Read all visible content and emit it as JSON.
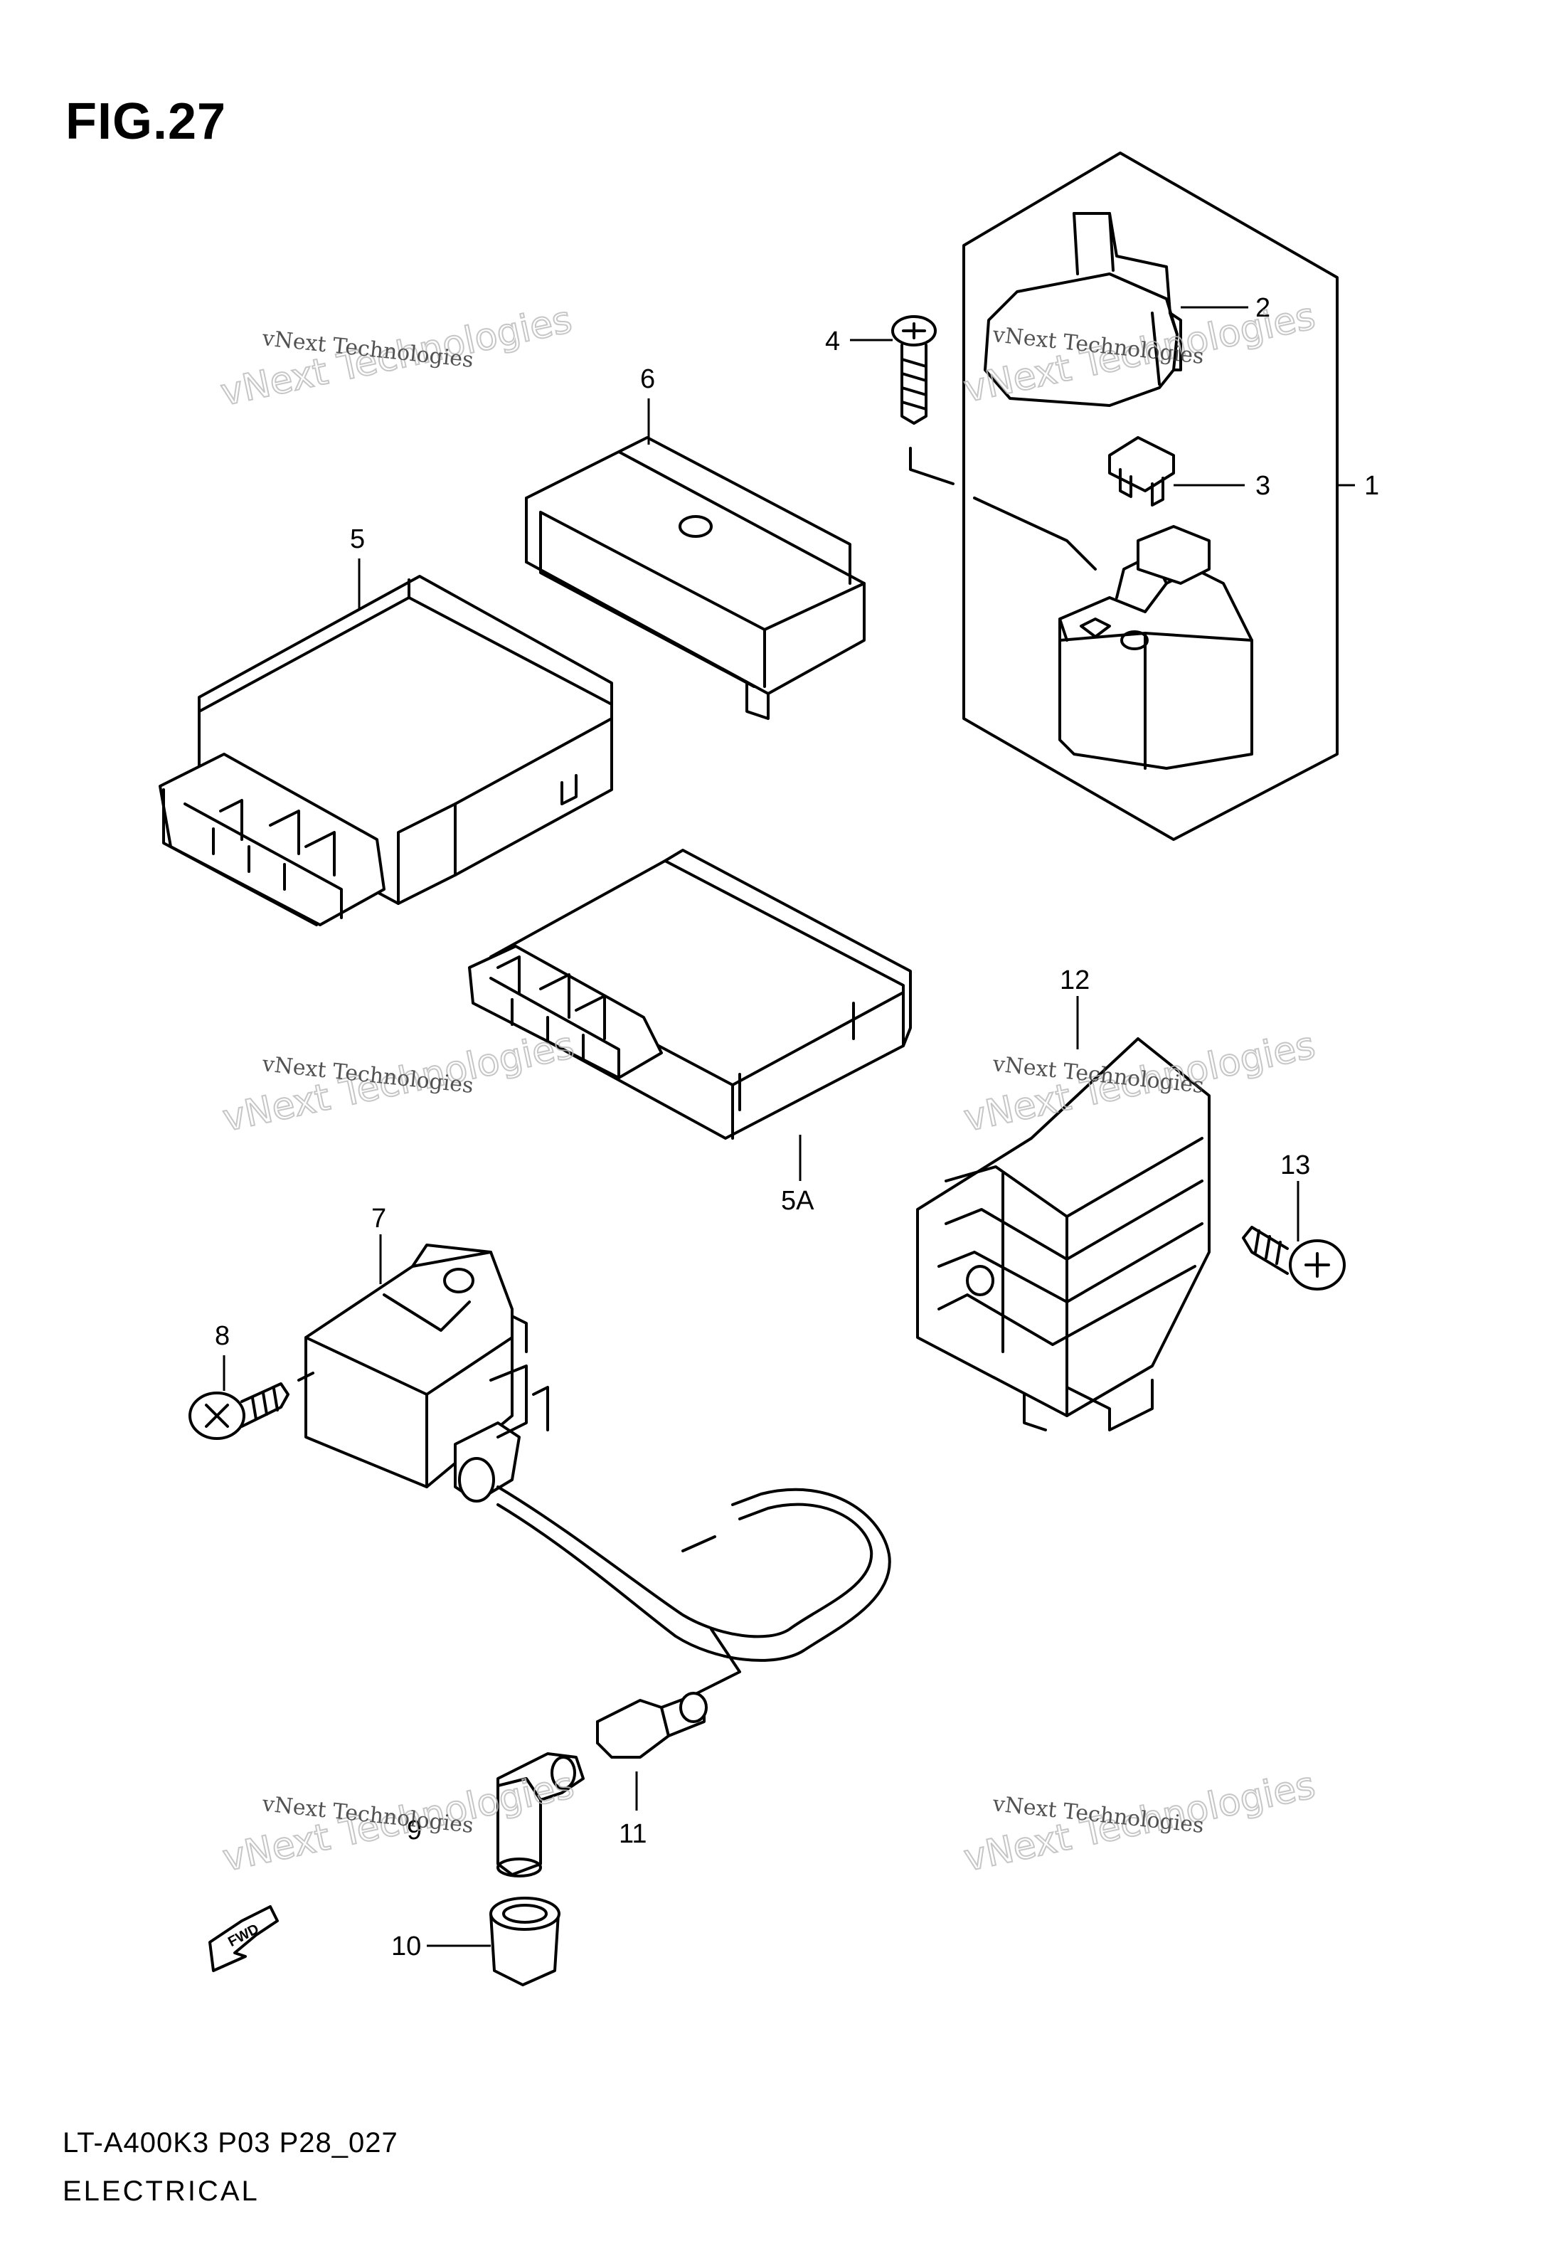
{
  "figure": {
    "title": "FIG.27",
    "code": "LT-A400K3 P03 P28_027",
    "section": "ELECTRICAL"
  },
  "watermark": {
    "line1": "vNext Technologies",
    "line2": "vNext Technologies"
  },
  "fwd_label": "FWD",
  "callouts": [
    {
      "id": "1",
      "label": "1"
    },
    {
      "id": "2",
      "label": "2"
    },
    {
      "id": "3",
      "label": "3"
    },
    {
      "id": "4",
      "label": "4"
    },
    {
      "id": "5",
      "label": "5"
    },
    {
      "id": "5A",
      "label": "5A"
    },
    {
      "id": "6",
      "label": "6"
    },
    {
      "id": "7",
      "label": "7"
    },
    {
      "id": "8",
      "label": "8"
    },
    {
      "id": "9",
      "label": "9"
    },
    {
      "id": "10",
      "label": "10"
    },
    {
      "id": "11",
      "label": "11"
    },
    {
      "id": "12",
      "label": "12"
    },
    {
      "id": "13",
      "label": "13"
    }
  ]
}
